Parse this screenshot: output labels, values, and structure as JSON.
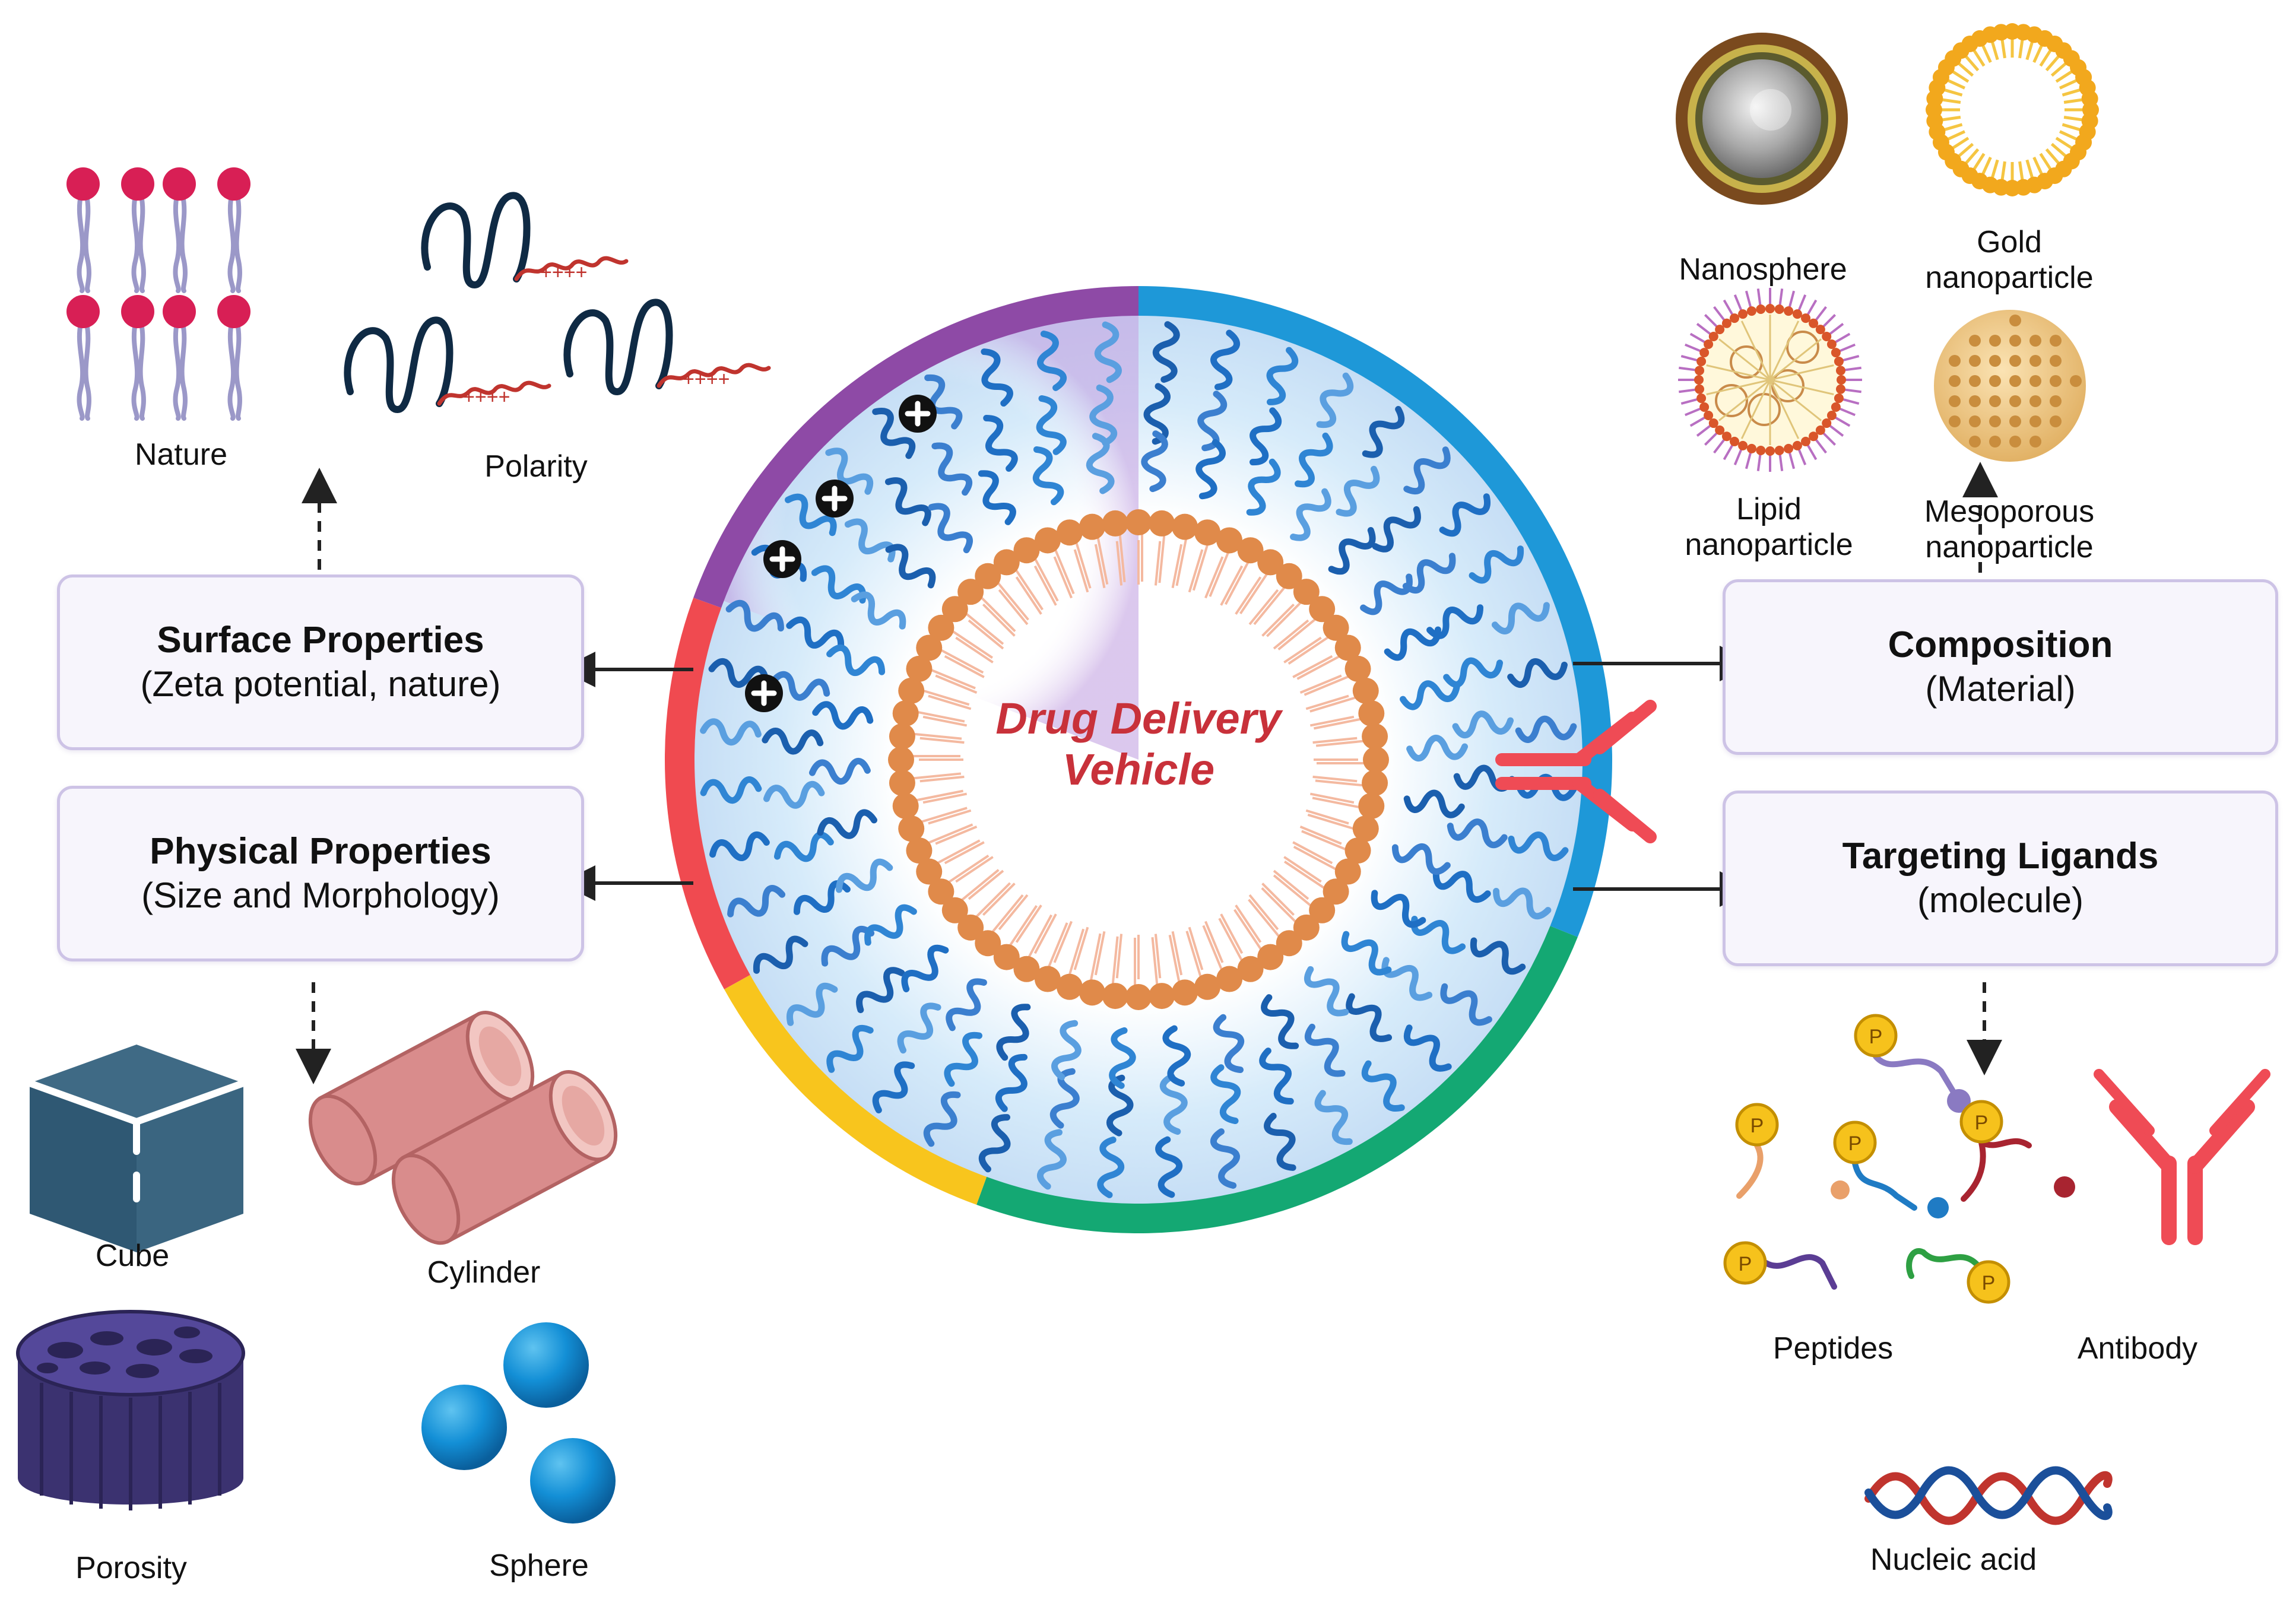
{
  "center": {
    "title_line1": "Drug Delivery",
    "title_line2": "Vehicle"
  },
  "boxes": {
    "surface": {
      "title": "Surface Properties",
      "subtitle": "(Zeta potential, nature)"
    },
    "physical": {
      "title": "Physical Properties",
      "subtitle": "(Size and Morphology)"
    },
    "composition": {
      "title": "Composition",
      "subtitle": "(Material)"
    },
    "targeting": {
      "title": "Targeting Ligands",
      "subtitle": "(molecule)"
    }
  },
  "labels": {
    "nature": "Nature",
    "polarity": "Polarity",
    "cube": "Cube",
    "cylinder": "Cylinder",
    "porosity": "Porosity",
    "sphere": "Sphere",
    "nanosphere": "Nanosphere",
    "gold_line1": "Gold",
    "gold_line2": "nanoparticle",
    "lipid_line1": "Lipid",
    "lipid_line2": "nanoparticle",
    "meso_line1": "Mesoporous",
    "meso_line2": "nanoparticle",
    "peptides": "Peptides",
    "antibody": "Antibody",
    "nucleic": "Nucleic acid",
    "polarity_charge": "++++",
    "peptide_p": "P"
  },
  "colors": {
    "ring_purple": "#8e4aa6",
    "ring_blue": "#1e98d8",
    "ring_green": "#14a873",
    "ring_yellow": "#f8c51d",
    "ring_red": "#f04a50",
    "lipid_head": "#e08a4a",
    "title_red": "#c8313a",
    "box_border": "#cdc3e6"
  }
}
